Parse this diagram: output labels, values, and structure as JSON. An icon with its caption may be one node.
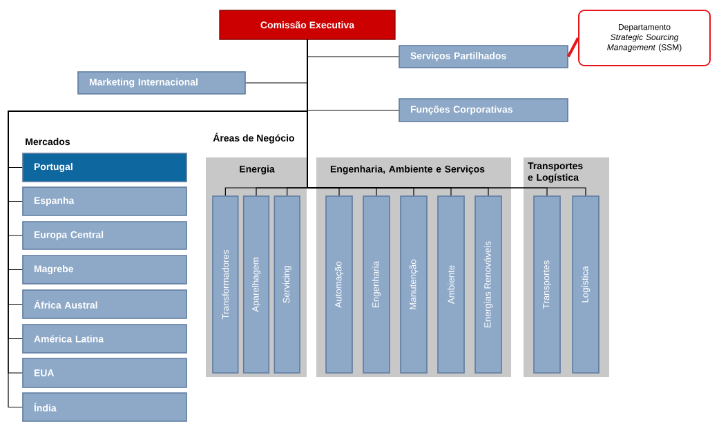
{
  "diagram": {
    "nodes": [
      {
        "text": [
          "Comissão Executiva"
        ]
      },
      {
        "text": [
          "Serviços Partilhados"
        ]
      },
      {
        "text": [
          "Departamento *Strategic Sourcing Management* (SSM)"
        ]
      },
      {
        "text": [
          "Marketing Internacional"
        ]
      },
      {
        "text": [
          "Funções Corporativas"
        ]
      },
      {
        "text": [
          "Portugal"
        ]
      },
      {
        "text": [
          "Espanha"
        ]
      },
      {
        "text": [
          "Europa Central"
        ]
      },
      {
        "text": [
          "Magrebe"
        ]
      },
      {
        "text": [
          "África Austral"
        ]
      },
      {
        "text": [
          "América Latina"
        ]
      },
      {
        "text": [
          "EUA"
        ]
      },
      {
        "text": [
          "Índia"
        ]
      },
      {
        "text": [
          "Energia"
        ]
      },
      {
        "text": [
          "Transformadores"
        ],
        "in": 13
      },
      {
        "text": [
          "Aparelhagem"
        ],
        "in": 13
      },
      {
        "text": [
          "Servicing"
        ],
        "in": 13
      },
      {
        "text": [
          "Engenharia, Ambiente e Serviços"
        ]
      },
      {
        "text": [
          "Automação"
        ],
        "in": 17
      },
      {
        "text": [
          "Engenharia"
        ],
        "in": 17
      },
      {
        "text": [
          "Manutenção"
        ],
        "in": 17
      },
      {
        "text": [
          "Ambiente"
        ],
        "in": 17
      },
      {
        "text": [
          "Energias Renováveis"
        ],
        "in": 17
      },
      {
        "text": [
          "Transportes e Logística"
        ]
      },
      {
        "text": [
          "Transportes"
        ],
        "in": 23
      },
      {
        "text": [
          "Logística"
        ],
        "in": 23
      }
    ],
    "edges": [
      {
        "from": 0,
        "to": 1,
        "arrow": "none"
      },
      {
        "from": 2,
        "to": 1,
        "arrow": "none",
        "style": "thick",
        "color": "#e8151b"
      },
      {
        "from": 0,
        "to": 3,
        "arrow": "none"
      },
      {
        "from": 0,
        "to": 4,
        "arrow": "none"
      },
      {
        "from": 0,
        "to": 5,
        "arrow": "none"
      },
      {
        "from": 0,
        "to": 6,
        "arrow": "none"
      },
      {
        "from": 0,
        "to": 7,
        "arrow": "none"
      },
      {
        "from": 0,
        "to": 8,
        "arrow": "none"
      },
      {
        "from": 0,
        "to": 9,
        "arrow": "none"
      },
      {
        "from": 0,
        "to": 10,
        "arrow": "none"
      },
      {
        "from": 0,
        "to": 11,
        "arrow": "none"
      },
      {
        "from": 0,
        "to": 12,
        "arrow": "none"
      },
      {
        "from": 0,
        "to": 14,
        "arrow": "none"
      },
      {
        "from": 0,
        "to": 15,
        "arrow": "none"
      },
      {
        "from": 0,
        "to": 16,
        "arrow": "none"
      },
      {
        "from": 0,
        "to": 18,
        "arrow": "none"
      },
      {
        "from": 0,
        "to": 19,
        "arrow": "none"
      },
      {
        "from": 0,
        "to": 20,
        "arrow": "none"
      },
      {
        "from": 0,
        "to": 21,
        "arrow": "none"
      },
      {
        "from": 0,
        "to": 22,
        "arrow": "none"
      },
      {
        "from": 0,
        "to": 24,
        "arrow": "none"
      },
      {
        "from": 0,
        "to": 25,
        "arrow": "none"
      }
    ],
    "labels": [
      "Mercados",
      "Áreas de Negócio"
    ]
  }
}
